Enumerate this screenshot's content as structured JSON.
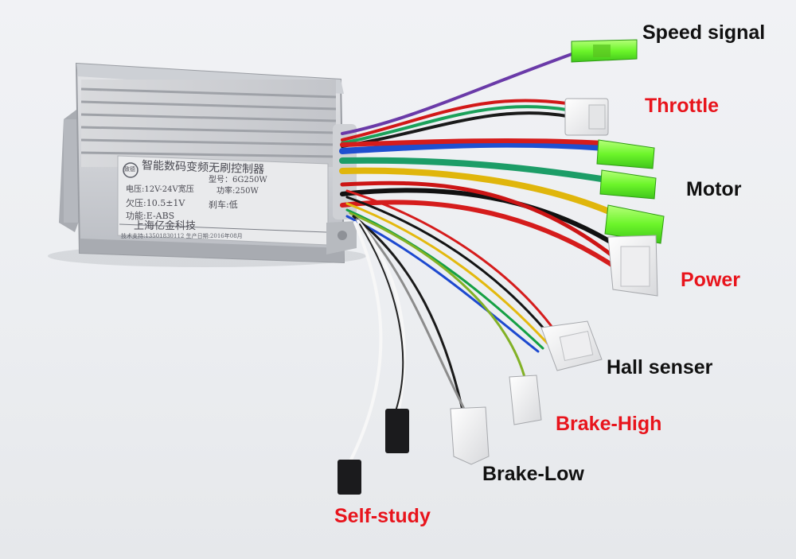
{
  "labels": {
    "speed_signal": "Speed signal",
    "throttle": "Throttle",
    "motor": "Motor",
    "power": "Power",
    "hall_senser": "Hall senser",
    "brake_high": "Brake-High",
    "brake_low": "Brake-Low",
    "self_study": "Self-study"
  },
  "nameplate": {
    "logo": "致德",
    "title": "智能数码变频无刷控制器",
    "model": "型号：6G250W",
    "voltage": "电压:12V-24V宽压",
    "power": "功率:250W",
    "undervoltage": "欠压:10.5±1V",
    "brake": "刹车:低",
    "function": "功能:E-ABS",
    "maker": "上海亿金科技",
    "footer": "技术支持:13501830112 生产日期:2016年08月"
  },
  "colors": {
    "label_black": "#111111",
    "label_red": "#e8141c",
    "connector_green": "#7dff3a",
    "connector_white": "#f4f4f2",
    "housing_silver": "#c9cbcf"
  }
}
